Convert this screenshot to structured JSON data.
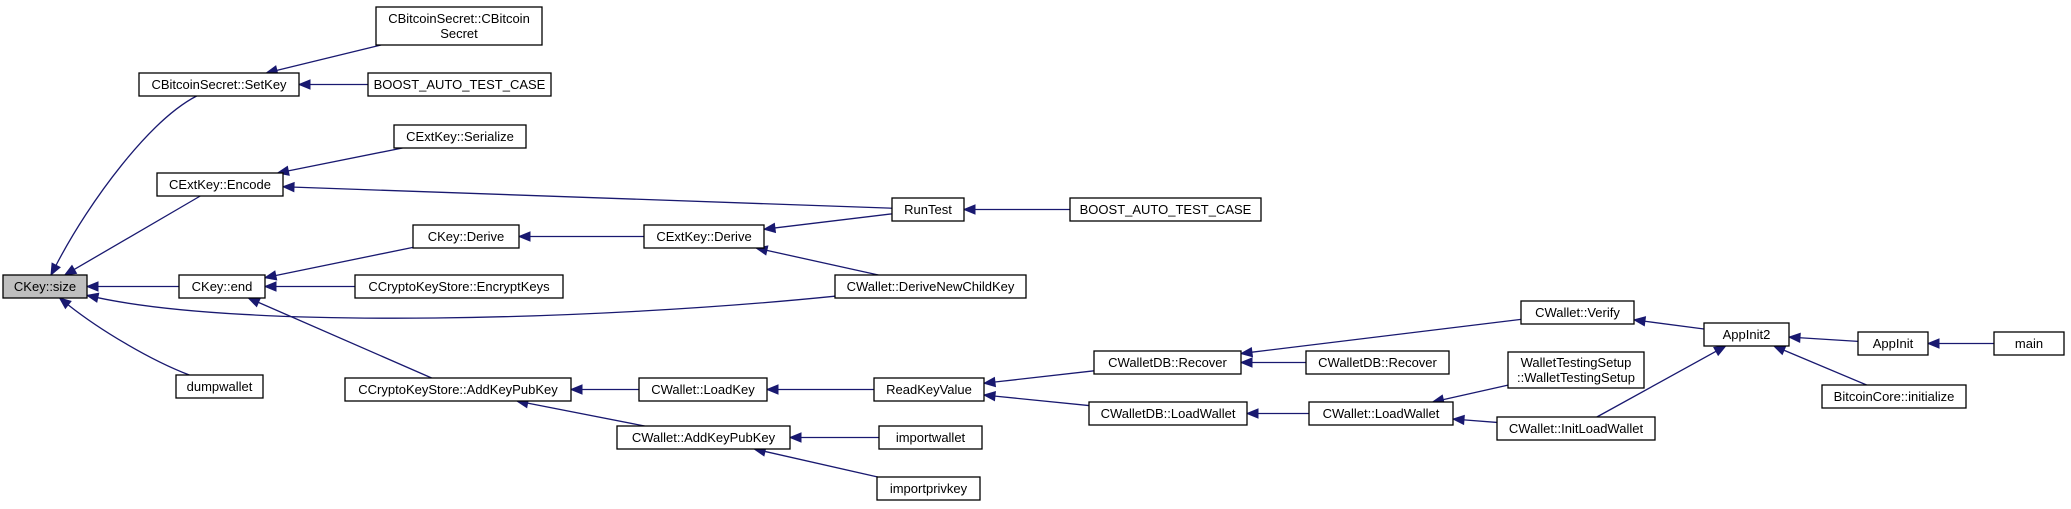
{
  "colors": {
    "edge": "#191970",
    "node_fill": "#ffffff",
    "root_fill": "#bfbfbf",
    "border": "#000000"
  },
  "nodes": [
    {
      "id": "ckey_size",
      "lines": [
        "CKey::size"
      ]
    },
    {
      "id": "cbitcoinsecret_setkey",
      "lines": [
        "CBitcoinSecret::SetKey"
      ]
    },
    {
      "id": "cbitcoinsecret_ctor",
      "lines": [
        "CBitcoinSecret::CBitcoin",
        "Secret"
      ]
    },
    {
      "id": "boost_1",
      "lines": [
        "BOOST_AUTO_TEST_CASE"
      ]
    },
    {
      "id": "cextkey_serialize",
      "lines": [
        "CExtKey::Serialize"
      ]
    },
    {
      "id": "cextkey_encode",
      "lines": [
        "CExtKey::Encode"
      ]
    },
    {
      "id": "runtest",
      "lines": [
        "RunTest"
      ]
    },
    {
      "id": "boost_2",
      "lines": [
        "BOOST_AUTO_TEST_CASE"
      ]
    },
    {
      "id": "ckey_derive",
      "lines": [
        "CKey::Derive"
      ]
    },
    {
      "id": "cextkey_derive",
      "lines": [
        "CExtKey::Derive"
      ]
    },
    {
      "id": "ckey_end",
      "lines": [
        "CKey::end"
      ]
    },
    {
      "id": "ccryptokeystore_encryptkeys",
      "lines": [
        "CCryptoKeyStore::EncryptKeys"
      ]
    },
    {
      "id": "cwallet_derivenewchildkey",
      "lines": [
        "CWallet::DeriveNewChildKey"
      ]
    },
    {
      "id": "dumpwallet",
      "lines": [
        "dumpwallet"
      ]
    },
    {
      "id": "ccryptokeystore_addkeypubkey",
      "lines": [
        "CCryptoKeyStore::AddKeyPubKey"
      ]
    },
    {
      "id": "cwallet_loadkey",
      "lines": [
        "CWallet::LoadKey"
      ]
    },
    {
      "id": "readkeyvalue",
      "lines": [
        "ReadKeyValue"
      ]
    },
    {
      "id": "cwalletdb_recover_1",
      "lines": [
        "CWalletDB::Recover"
      ]
    },
    {
      "id": "cwalletdb_recover_2",
      "lines": [
        "CWalletDB::Recover"
      ]
    },
    {
      "id": "cwallet_verify",
      "lines": [
        "CWallet::Verify"
      ]
    },
    {
      "id": "appinit2",
      "lines": [
        "AppInit2"
      ]
    },
    {
      "id": "appinit",
      "lines": [
        "AppInit"
      ]
    },
    {
      "id": "main",
      "lines": [
        "main"
      ]
    },
    {
      "id": "bitcoincore_initialize",
      "lines": [
        "BitcoinCore::initialize"
      ]
    },
    {
      "id": "walletdb_loadwallet",
      "lines": [
        "CWalletDB::LoadWallet"
      ]
    },
    {
      "id": "cwallet_loadwallet",
      "lines": [
        "CWallet::LoadWallet"
      ]
    },
    {
      "id": "wallettestingsetup",
      "lines": [
        "WalletTestingSetup",
        "::WalletTestingSetup"
      ]
    },
    {
      "id": "cwallet_initloadwallet",
      "lines": [
        "CWallet::InitLoadWallet"
      ]
    },
    {
      "id": "cwallet_addkeypubkey",
      "lines": [
        "CWallet::AddKeyPubKey"
      ]
    },
    {
      "id": "importwallet",
      "lines": [
        "importwallet"
      ]
    },
    {
      "id": "importprivkey",
      "lines": [
        "importprivkey"
      ]
    }
  ],
  "edges": [
    {
      "from": "cbitcoinsecret_setkey",
      "to": "ckey_size"
    },
    {
      "from": "cextkey_encode",
      "to": "ckey_size"
    },
    {
      "from": "ckey_end",
      "to": "ckey_size"
    },
    {
      "from": "cwallet_derivenewchildkey",
      "to": "ckey_size"
    },
    {
      "from": "dumpwallet",
      "to": "ckey_size"
    },
    {
      "from": "cbitcoinsecret_ctor",
      "to": "cbitcoinsecret_setkey"
    },
    {
      "from": "boost_1",
      "to": "cbitcoinsecret_setkey"
    },
    {
      "from": "cextkey_serialize",
      "to": "cextkey_encode"
    },
    {
      "from": "runtest",
      "to": "cextkey_encode"
    },
    {
      "from": "boost_2",
      "to": "runtest"
    },
    {
      "from": "ckey_derive",
      "to": "ckey_end"
    },
    {
      "from": "ccryptokeystore_encryptkeys",
      "to": "ckey_end"
    },
    {
      "from": "ccryptokeystore_addkeypubkey",
      "to": "ckey_end"
    },
    {
      "from": "cextkey_derive",
      "to": "ckey_derive"
    },
    {
      "from": "runtest",
      "to": "cextkey_derive"
    },
    {
      "from": "cwallet_derivenewchildkey",
      "to": "cextkey_derive"
    },
    {
      "from": "cwallet_loadkey",
      "to": "ccryptokeystore_addkeypubkey"
    },
    {
      "from": "cwallet_addkeypubkey",
      "to": "ccryptokeystore_addkeypubkey"
    },
    {
      "from": "readkeyvalue",
      "to": "cwallet_loadkey"
    },
    {
      "from": "importwallet",
      "to": "cwallet_addkeypubkey"
    },
    {
      "from": "importprivkey",
      "to": "cwallet_addkeypubkey"
    },
    {
      "from": "cwalletdb_recover_1",
      "to": "readkeyvalue"
    },
    {
      "from": "walletdb_loadwallet",
      "to": "readkeyvalue"
    },
    {
      "from": "cwallet_verify",
      "to": "cwalletdb_recover_1"
    },
    {
      "from": "cwalletdb_recover_2",
      "to": "cwalletdb_recover_1"
    },
    {
      "from": "cwallet_loadwallet",
      "to": "walletdb_loadwallet"
    },
    {
      "from": "appinit2",
      "to": "cwallet_verify"
    },
    {
      "from": "cwallet_initloadwallet",
      "to": "appinit2"
    },
    {
      "from": "appinit",
      "to": "appinit2"
    },
    {
      "from": "bitcoincore_initialize",
      "to": "appinit2"
    },
    {
      "from": "main",
      "to": "appinit"
    },
    {
      "from": "wallettestingsetup",
      "to": "cwallet_loadwallet"
    },
    {
      "from": "cwallet_initloadwallet",
      "to": "cwallet_loadwallet"
    }
  ]
}
